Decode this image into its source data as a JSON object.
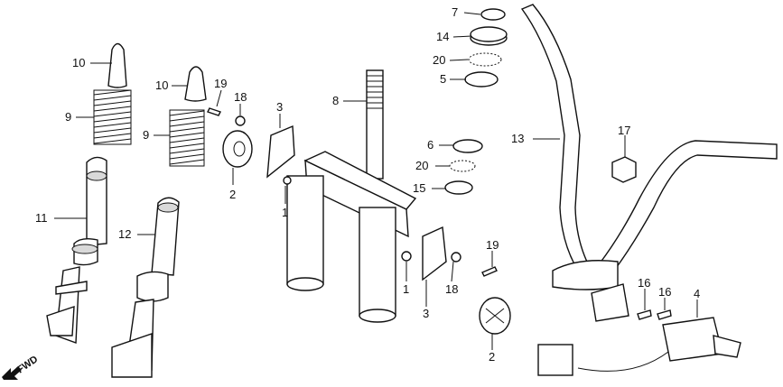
{
  "diagram": {
    "direction_marker": "FWD",
    "callouts": [
      {
        "id": "c7",
        "text": "7"
      },
      {
        "id": "c14",
        "text": "14"
      },
      {
        "id": "c20a",
        "text": "20"
      },
      {
        "id": "c5",
        "text": "5"
      },
      {
        "id": "c10a",
        "text": "10"
      },
      {
        "id": "c10b",
        "text": "10"
      },
      {
        "id": "c19a",
        "text": "19"
      },
      {
        "id": "c18a",
        "text": "18"
      },
      {
        "id": "c3a",
        "text": "3"
      },
      {
        "id": "c8",
        "text": "8"
      },
      {
        "id": "c9a",
        "text": "9"
      },
      {
        "id": "c9b",
        "text": "9"
      },
      {
        "id": "c6",
        "text": "6"
      },
      {
        "id": "c20b",
        "text": "20"
      },
      {
        "id": "c15",
        "text": "15"
      },
      {
        "id": "c13",
        "text": "13"
      },
      {
        "id": "c17",
        "text": "17"
      },
      {
        "id": "c2a",
        "text": "2"
      },
      {
        "id": "c1a",
        "text": "1"
      },
      {
        "id": "c11",
        "text": "11"
      },
      {
        "id": "c12",
        "text": "12"
      },
      {
        "id": "c19b",
        "text": "19"
      },
      {
        "id": "c1b",
        "text": "1"
      },
      {
        "id": "c18b",
        "text": "18"
      },
      {
        "id": "c3b",
        "text": "3"
      },
      {
        "id": "c16a",
        "text": "16"
      },
      {
        "id": "c16b",
        "text": "16"
      },
      {
        "id": "c4",
        "text": "4"
      },
      {
        "id": "c2b",
        "text": "2"
      }
    ]
  }
}
